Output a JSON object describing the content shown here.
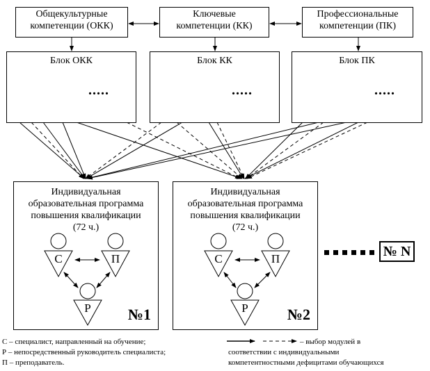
{
  "competencies": [
    {
      "line1": "Общекультурные",
      "line2": "компетенции (ОКК)"
    },
    {
      "line1": "Ключевые",
      "line2": "компетенции (КК)"
    },
    {
      "line1": "Профессиональные",
      "line2": "компетенции (ПК)"
    }
  ],
  "blocks": [
    {
      "title": "Блок ОКК",
      "dots": "....."
    },
    {
      "title": "Блок КК",
      "dots": "....."
    },
    {
      "title": "Блок ПК",
      "dots": "....."
    }
  ],
  "programs": [
    {
      "line1": "Индивидуальная",
      "line2": "образовательная программа",
      "line3": "повышения квалификации",
      "hours": "(72 ч.)",
      "number": "№1",
      "roles": {
        "top_left": "С",
        "top_right": "П",
        "bottom": "Р"
      }
    },
    {
      "line1": "Индивидуальная",
      "line2": "образовательная программа",
      "line3": "повышения квалификации",
      "hours": "(72 ч.)",
      "number": "№2",
      "roles": {
        "top_left": "С",
        "top_right": "П",
        "bottom": "Р"
      }
    }
  ],
  "nth_program": {
    "label": "№ N"
  },
  "legend": {
    "left": [
      "С – специалист, направленный на обучение;",
      "Р – непосредственный руководитель специалиста;",
      "П – преподаватель."
    ],
    "right": [
      "– выбор модулей в",
      "соответствии с индивидуальными",
      "компетентностными дефицитами обучающихся"
    ]
  }
}
